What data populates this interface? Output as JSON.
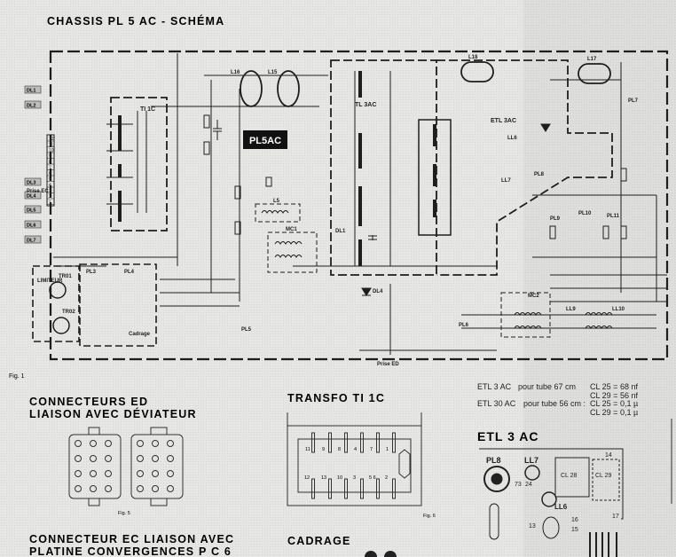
{
  "title": "CHASSIS PL 5 AC  -  SCHÉMA",
  "schematic": {
    "badge": "PL5AC",
    "fig_label": "Fig. 1",
    "blocks": [
      "TI 1C",
      "TL 3AC",
      "ETL 3AC",
      "LIMITEUR",
      "Cadrage",
      "Prise ED",
      "Prise EC",
      "L5",
      "MC1",
      "MC2",
      "LL9",
      "LL10",
      "PL9",
      "PL10",
      "PL11",
      "PL7",
      "PL8",
      "PL3",
      "PL4",
      "PL5",
      "PL6",
      "L16",
      "L15",
      "L18",
      "L17",
      "DL1",
      "DL4",
      "LL6",
      "LL7",
      "TR01",
      "TR02"
    ],
    "connector_pins": [
      "12",
      "11",
      "10",
      "9",
      "8",
      "7",
      "6",
      "5",
      "4",
      "3",
      "2",
      "1"
    ],
    "dl_tags": [
      "DL1",
      "DL2",
      "DL3",
      "DL4",
      "DL5",
      "DL6",
      "DL7"
    ]
  },
  "connecteurs_ed": {
    "heading_1": "CONNECTEURS ED",
    "heading_2": "LIAISON AVEC DÉVIATEUR",
    "fig": "Fig. 5"
  },
  "connecteur_ec": {
    "heading_1": "CONNECTEUR EC LIAISON AVEC",
    "heading_2": "PLATINE CONVERGENCES P C 6"
  },
  "transfo": {
    "heading": "TRANSFO TI 1C",
    "top_pins": [
      "11",
      "9",
      "8",
      "4",
      "7",
      "1"
    ],
    "bottom_pins": [
      "12",
      "13",
      "10",
      "3",
      "5 6",
      "2"
    ],
    "fig": "Fig. 6"
  },
  "cadrage": {
    "heading": "CADRAGE"
  },
  "notes": [
    {
      "model": "ETL 3 AC",
      "desc": "pour tube 67 cm",
      "values": [
        "CL 25 = 68 nf",
        "CL 29 = 56 nf"
      ]
    },
    {
      "model": "ETL 30 AC",
      "desc": "pour tube 56 cm :",
      "values": [
        "CL 25 = 0,1 µ",
        "CL 29 = 0,1 µ"
      ]
    }
  ],
  "etl_board": {
    "heading": "ETL 3 AC",
    "labels": [
      "PL8",
      "LL7",
      "CL 28",
      "CL 29",
      "LL6",
      "14",
      "73",
      "24",
      "13",
      "16",
      "15",
      "17"
    ]
  }
}
